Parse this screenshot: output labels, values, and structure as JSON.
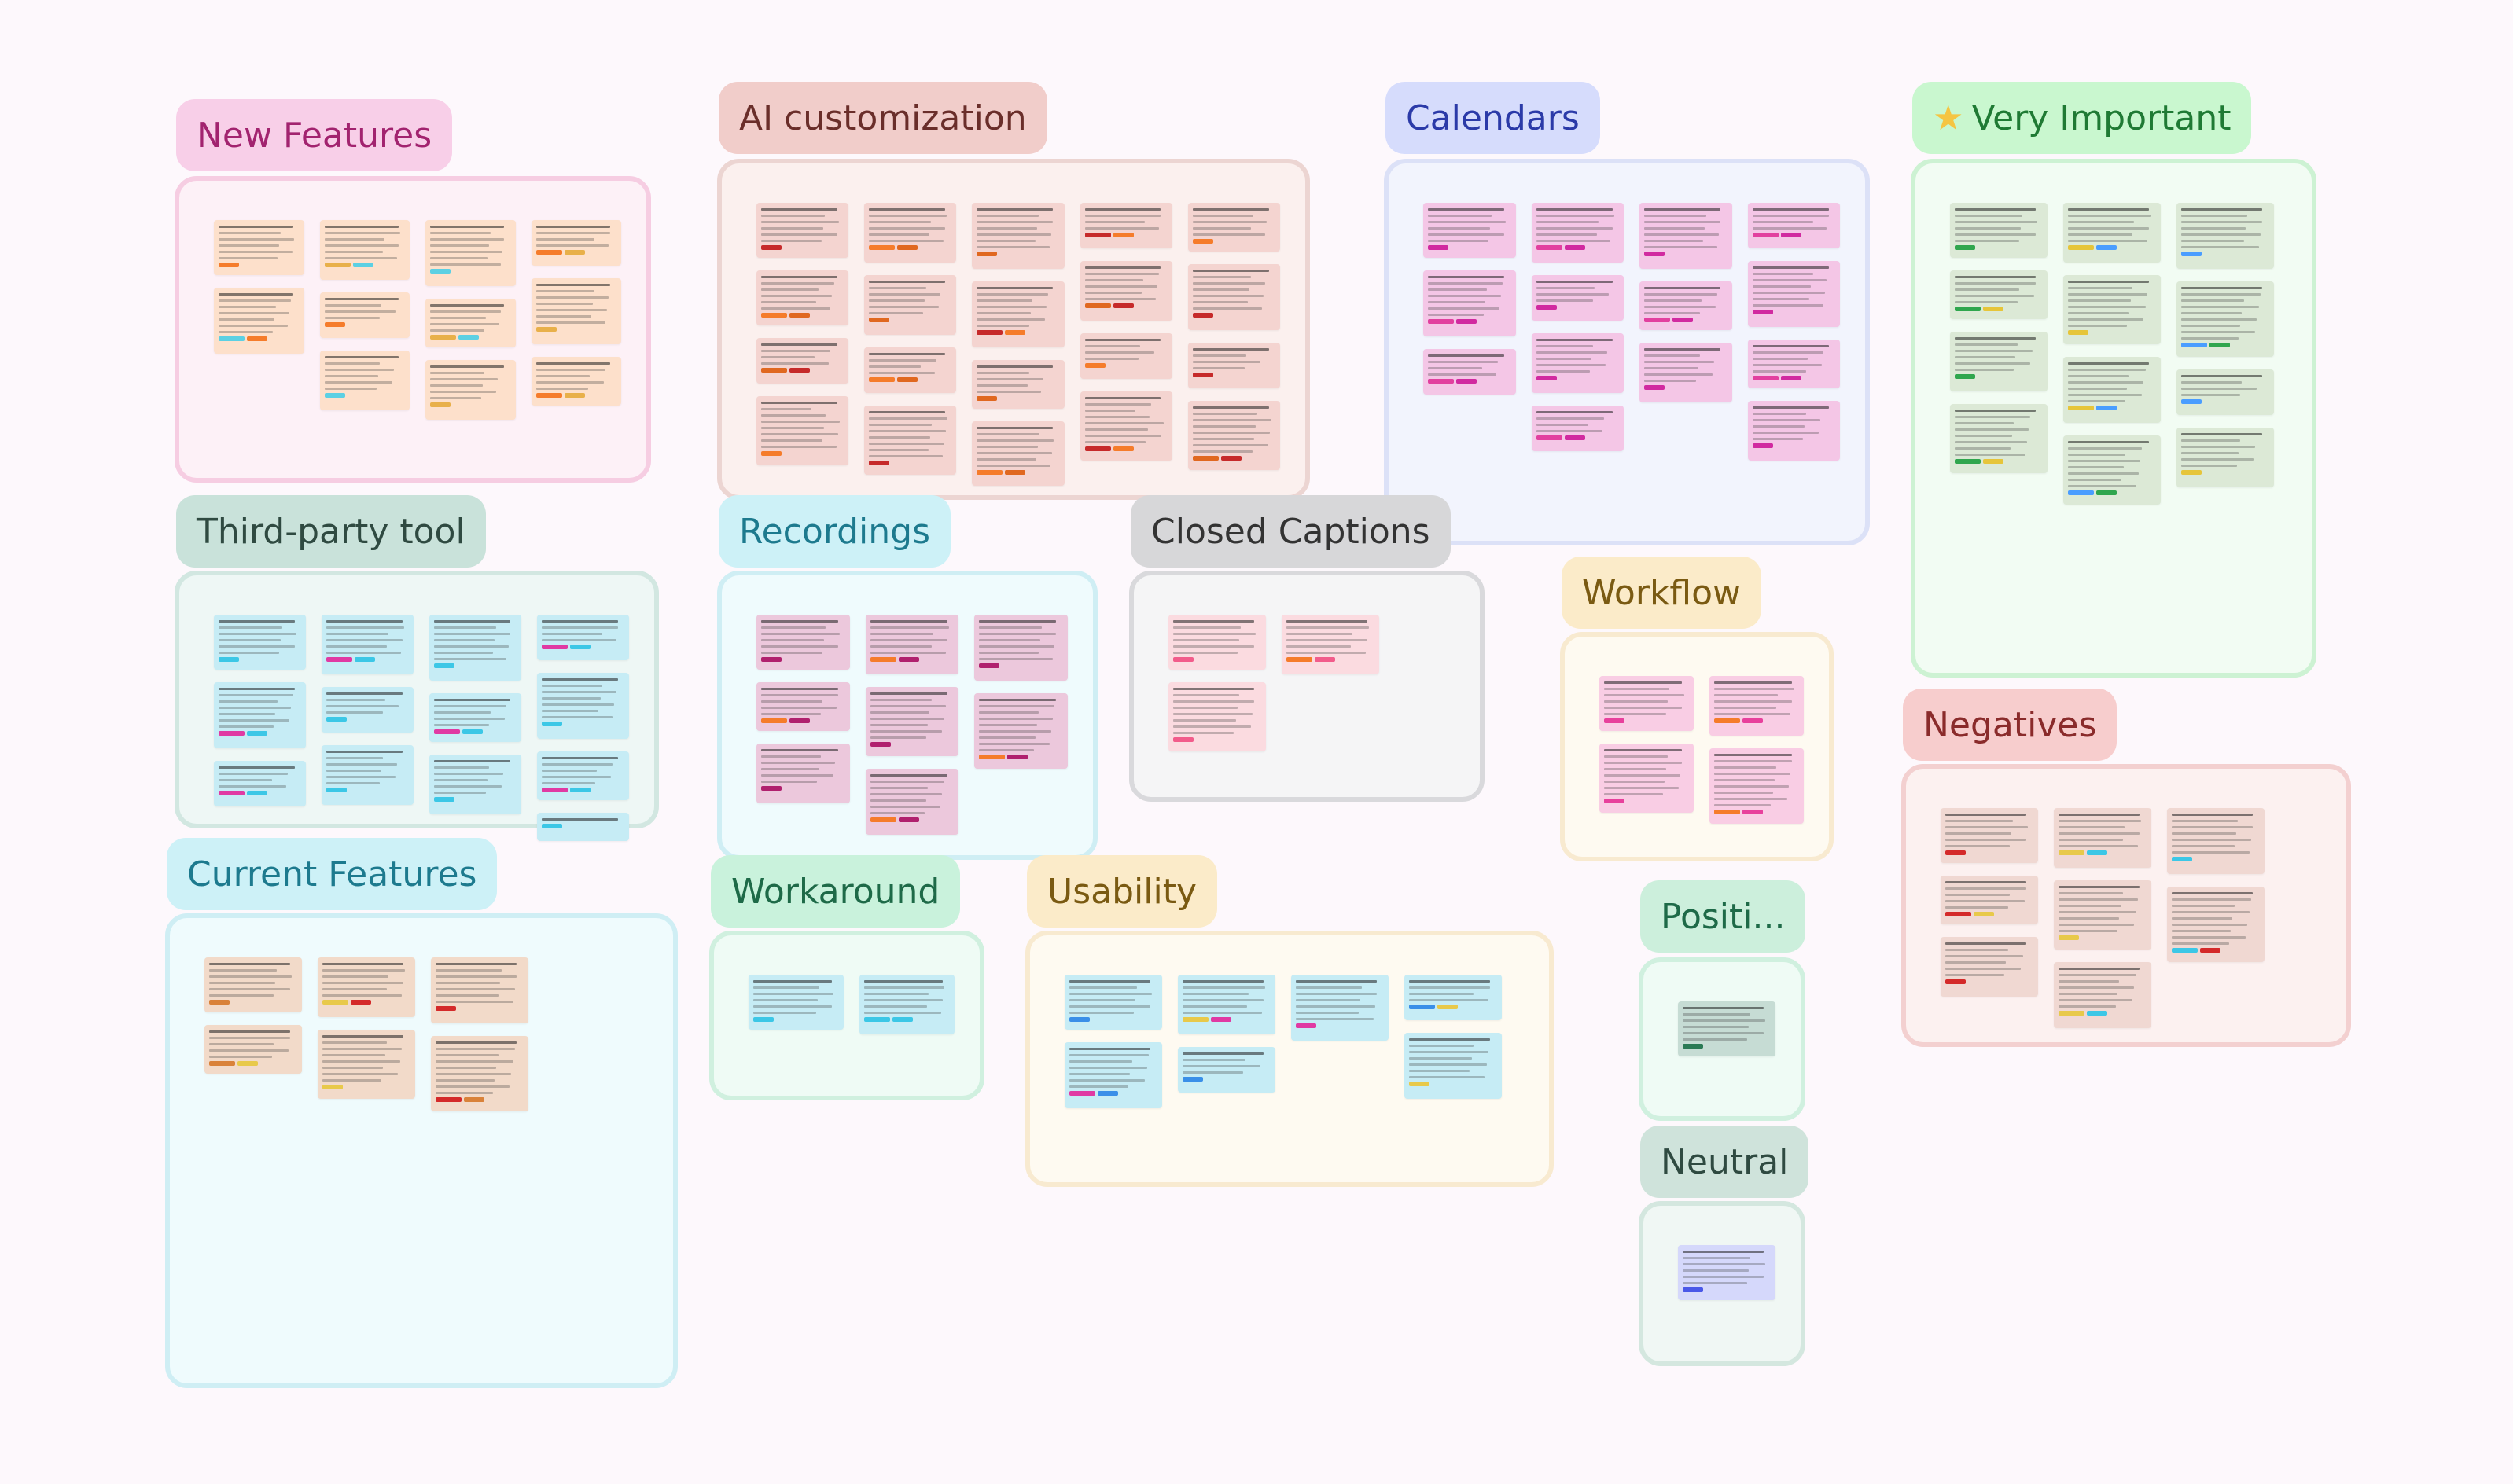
{
  "groups": [
    {
      "name": "New Features",
      "label_bg": "#f8cfe8",
      "label_color": "#a2236f",
      "box_bg": "#fdf1f7",
      "box_border": "#f6cde2",
      "card_bg": "#fde0cb",
      "tag_colors": [
        "#f57c2b",
        "#e8b04a",
        "#5cd0e3"
      ],
      "cards": 11
    },
    {
      "name": "AI customization",
      "label_bg": "#f1cdca",
      "label_color": "#6a2e2a",
      "box_bg": "#fbf0ee",
      "box_border": "#ecd5d2",
      "card_bg": "#f4d4d0",
      "tag_colors": [
        "#c62a2a",
        "#f57c2b",
        "#e06820"
      ],
      "cards": 20
    },
    {
      "name": "Calendars",
      "label_bg": "#d6dcfc",
      "label_color": "#2b3aa8",
      "box_bg": "#f2f4fd",
      "box_border": "#dce1f7",
      "card_bg": "#f4c6e6",
      "tag_colors": [
        "#d12aa0",
        "#e2409f"
      ],
      "cards": 14
    },
    {
      "name": "Very Important",
      "icon": "star",
      "label_bg": "#c9f7cf",
      "label_color": "#1f7a34",
      "box_bg": "#f2fcf3",
      "box_border": "#cdf2d3",
      "card_bg": "#dce9d6",
      "tag_colors": [
        "#30a64e",
        "#e6c53a",
        "#4a9dff"
      ],
      "cards": 12
    },
    {
      "name": "Third-party tool",
      "label_bg": "#c9e2da",
      "label_color": "#2f4a41",
      "box_bg": "#eef7f5",
      "box_border": "#d2e7e1",
      "card_bg": "#c6ecf5",
      "tag_colors": [
        "#3cc7e6",
        "#e03aa3"
      ],
      "cards": 13
    },
    {
      "name": "Recordings",
      "label_bg": "#cdf1f7",
      "label_color": "#1d7a8e",
      "box_bg": "#effbfd",
      "box_border": "#cfeef4",
      "card_bg": "#ecc8dc",
      "tag_colors": [
        "#b0206e",
        "#f57c2b"
      ],
      "cards": 8
    },
    {
      "name": "Closed Captions",
      "label_bg": "#d7d7d9",
      "label_color": "#333333",
      "box_bg": "#f5f5f6",
      "box_border": "#d9d9dc",
      "card_bg": "#fbdbe0",
      "tag_colors": [
        "#f25c8b",
        "#f57c2b"
      ],
      "cards": 3
    },
    {
      "name": "Workflow",
      "label_bg": "#fbebc9",
      "label_color": "#7a5a12",
      "box_bg": "#fefaf1",
      "box_border": "#f8ead0",
      "card_bg": "#f9cde4",
      "tag_colors": [
        "#e8409c",
        "#f57c2b"
      ],
      "cards": 4
    },
    {
      "name": "Negatives",
      "label_bg": "#f7cdcd",
      "label_color": "#8a2b2b",
      "box_bg": "#fcf1f0",
      "box_border": "#f3d0d0",
      "card_bg": "#f0d8d2",
      "tag_colors": [
        "#d42a2a",
        "#e8c94a",
        "#3cc7e6"
      ],
      "cards": 8
    },
    {
      "name": "Current Features",
      "label_bg": "#cdf1f7",
      "label_color": "#1d7a8e",
      "box_bg": "#effbfd",
      "box_border": "#cfeef4",
      "card_bg": "#f2dac9",
      "tag_colors": [
        "#d9823a",
        "#e8c94a",
        "#d42a2a"
      ],
      "cards": 6
    },
    {
      "name": "Workaround",
      "label_bg": "#c9f2dc",
      "label_color": "#1e6a48",
      "box_bg": "#effbf5",
      "box_border": "#d0f0df",
      "card_bg": "#c6ecf5",
      "tag_colors": [
        "#3cc7e6"
      ],
      "cards": 2
    },
    {
      "name": "Usability",
      "label_bg": "#fbebc9",
      "label_color": "#7a5a12",
      "box_bg": "#fefaf1",
      "box_border": "#f8ead0",
      "card_bg": "#c6ecf5",
      "tag_colors": [
        "#3a8fe8",
        "#e8c94a",
        "#e03aa3"
      ],
      "cards": 7
    },
    {
      "name": "Positi...",
      "label_bg": "#ccefdc",
      "label_color": "#1e6a48",
      "box_bg": "#effbf5",
      "box_border": "#d0f0df",
      "card_bg": "#c6dcd4",
      "tag_colors": [
        "#2b7a55"
      ],
      "cards": 1
    },
    {
      "name": "Neutral",
      "label_bg": "#cfe3db",
      "label_color": "#2f4a41",
      "box_bg": "#f0f7f4",
      "box_border": "#d4e7df",
      "card_bg": "#d5d8fb",
      "tag_colors": [
        "#4a58e8"
      ],
      "cards": 1
    }
  ]
}
